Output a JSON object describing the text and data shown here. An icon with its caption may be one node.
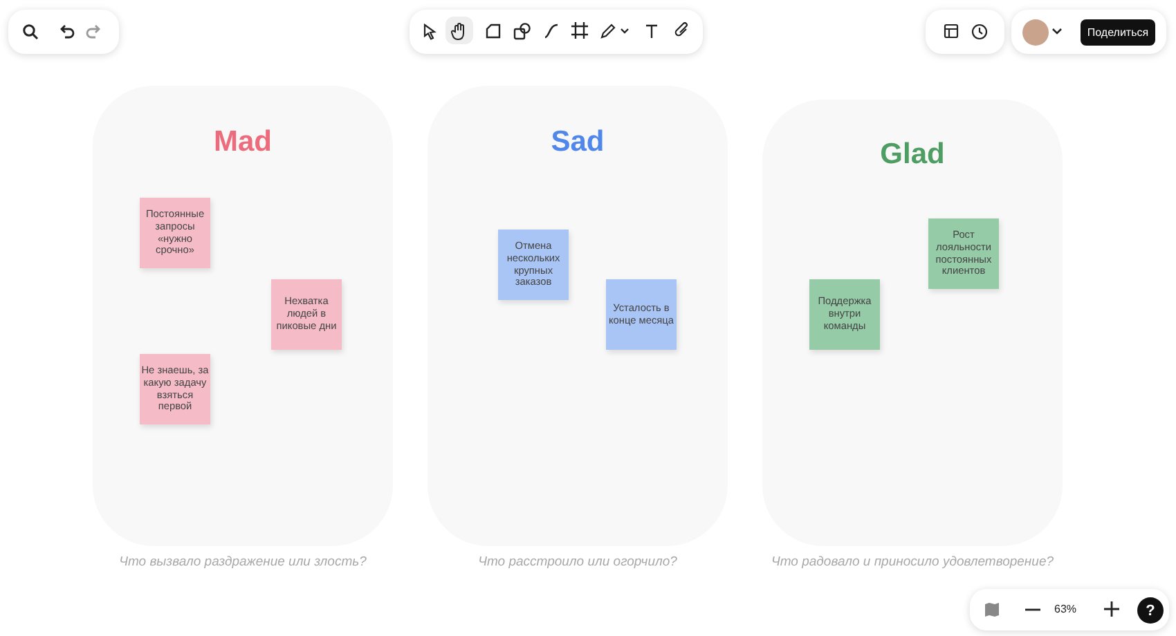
{
  "diagram": {
    "nodes": [
      {
        "text": [
          "Mad"
        ],
        "beside": [
          "Что вызвало раздражение или злость?"
        ]
      },
      {
        "text": [
          "Постоянные запросы «нужно срочно»"
        ],
        "in": 0
      },
      {
        "text": [
          "Нехватка людей в пиковые дни"
        ],
        "in": 0
      },
      {
        "text": [
          "Не знаешь, за какую задачу взяться первой"
        ],
        "in": 0
      },
      {
        "text": [
          "Sad"
        ],
        "beside": [
          "Что расстроило или огорчило?"
        ]
      },
      {
        "text": [
          "Отмена нескольких крупных заказов"
        ],
        "in": 4
      },
      {
        "text": [
          "Усталость в конце месяца"
        ],
        "in": 4
      },
      {
        "text": [
          "Glad"
        ],
        "beside": [
          "Что радовало и приносило удовлетворение?"
        ]
      },
      {
        "text": [
          "Рост лояльности постоянных клиентов"
        ],
        "in": 7
      },
      {
        "text": [
          "Поддержка внутри команды"
        ],
        "in": 7
      }
    ],
    "labels": [
      "Поделиться",
      "63%",
      "?"
    ]
  }
}
